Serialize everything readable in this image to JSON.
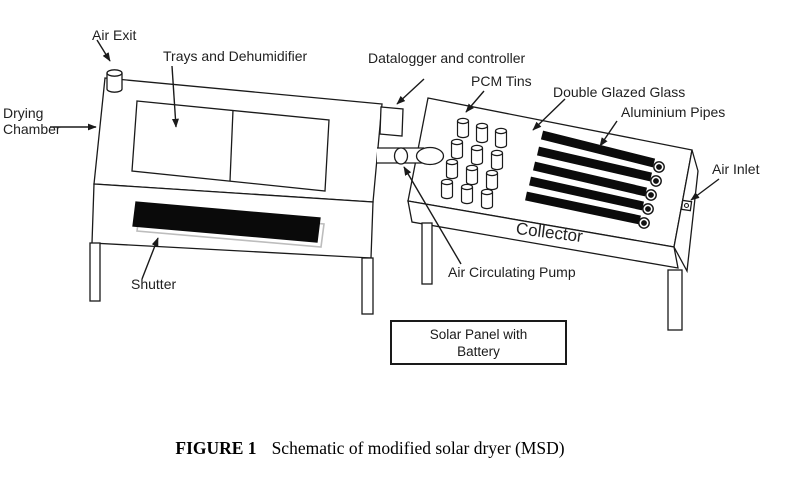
{
  "figure": {
    "caption_label": "FIGURE 1",
    "caption_text": "Schematic of modified solar dryer (MSD)"
  },
  "labels": {
    "air_exit": "Air Exit",
    "trays": "Trays and Dehumidifier",
    "datalogger": "Datalogger and controller",
    "pcm_tins": "PCM Tins",
    "double_glazed": "Double Glazed Glass",
    "aluminium_pipes": "Aluminium Pipes",
    "air_inlet": "Air Inlet",
    "collector": "Collector",
    "air_pump": "Air Circulating Pump",
    "shutter": "Shutter",
    "drying_chamber_line1": "Drying",
    "drying_chamber_line2": "Chamber",
    "solar_panel_line1": "Solar Panel with",
    "solar_panel_line2": "Battery"
  },
  "colors": {
    "ink": "#1a1a1a",
    "pipe_fill": "#0b0b0b",
    "shutter_fill": "#0a0a0a",
    "shutter_shadow": "#bdbdbd",
    "background": "#ffffff"
  }
}
